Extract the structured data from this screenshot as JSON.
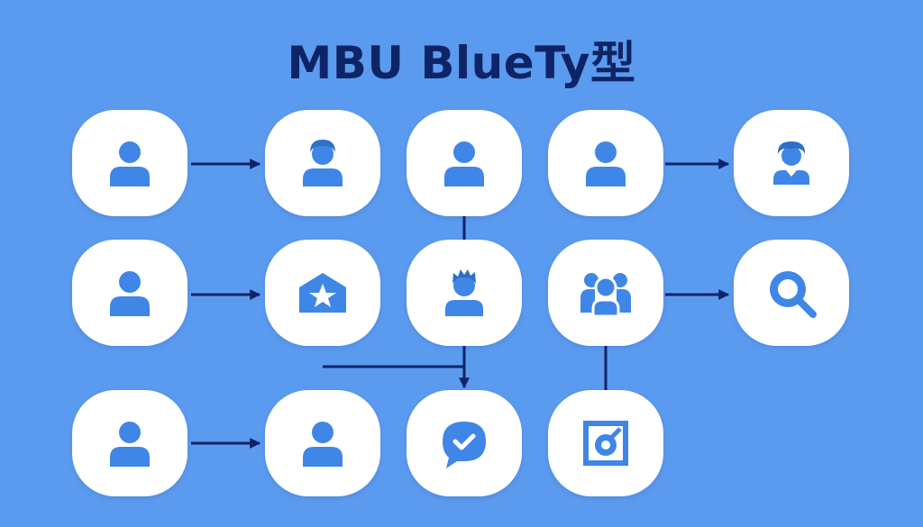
{
  "title": "MBU BlueTy型",
  "colors": {
    "background": "#5b9bef",
    "node_fill": "#ffffff",
    "icon": "#3f86e6",
    "connector": "#0f2466",
    "title": "#0f2466"
  },
  "nodes": [
    {
      "id": "r1c1",
      "icon": "person-icon"
    },
    {
      "id": "r1c2",
      "icon": "person-curly-hair-icon"
    },
    {
      "id": "r1c3",
      "icon": "person-icon"
    },
    {
      "id": "r1c4",
      "icon": "person-icon"
    },
    {
      "id": "r1c5",
      "icon": "person-curly-hair-icon"
    },
    {
      "id": "r2c1",
      "icon": "person-icon"
    },
    {
      "id": "r2c2",
      "icon": "envelope-star-icon"
    },
    {
      "id": "r2c3",
      "icon": "person-spiky-hair-icon"
    },
    {
      "id": "r2c4",
      "icon": "group-icon"
    },
    {
      "id": "r2c5",
      "icon": "magnifier-icon"
    },
    {
      "id": "r3c1",
      "icon": "person-icon"
    },
    {
      "id": "r3c2",
      "icon": "person-icon"
    },
    {
      "id": "r3c3",
      "icon": "chat-check-icon"
    },
    {
      "id": "r3c4",
      "icon": "framed-lens-icon"
    }
  ],
  "edges": [
    {
      "from": "r1c1",
      "to": "r1c2",
      "arrow": true
    },
    {
      "from": "r1c4",
      "to": "r1c5",
      "arrow": true
    },
    {
      "from": "r2c1",
      "to": "r2c2",
      "arrow": true
    },
    {
      "from": "r2c4",
      "to": "r2c5",
      "arrow": true
    },
    {
      "from": "r3c1",
      "to": "r3c2",
      "arrow": true
    },
    {
      "from": "r1c3",
      "to": "r2c3",
      "arrow": false
    },
    {
      "from": "r2c3",
      "to": "r3c3",
      "arrow": true
    },
    {
      "from": "r2c2",
      "to": "r3c3",
      "arrow": false
    },
    {
      "from": "r2c4",
      "to": "r3c4",
      "arrow": false
    }
  ]
}
